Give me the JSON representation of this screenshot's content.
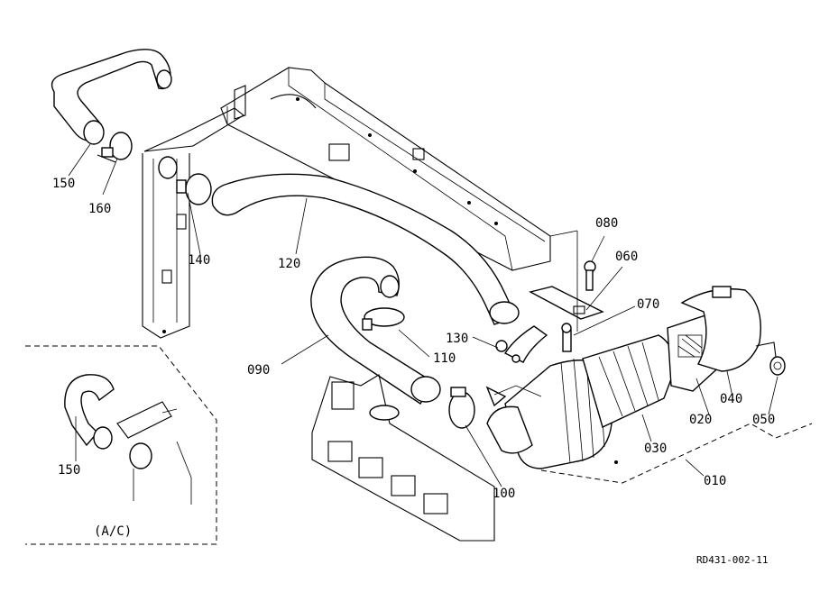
{
  "labels": {
    "p010": "010",
    "p020": "020",
    "p030": "030",
    "p040": "040",
    "p050": "050",
    "p060": "060",
    "p070": "070",
    "p080": "080",
    "p090": "090",
    "p100": "100",
    "p110": "110",
    "p120": "120",
    "p130": "130",
    "p140": "140",
    "p150": "150",
    "p160": "160",
    "p150_ac": "150",
    "ac": "(A/C)"
  },
  "reference": "RD431-002-11"
}
